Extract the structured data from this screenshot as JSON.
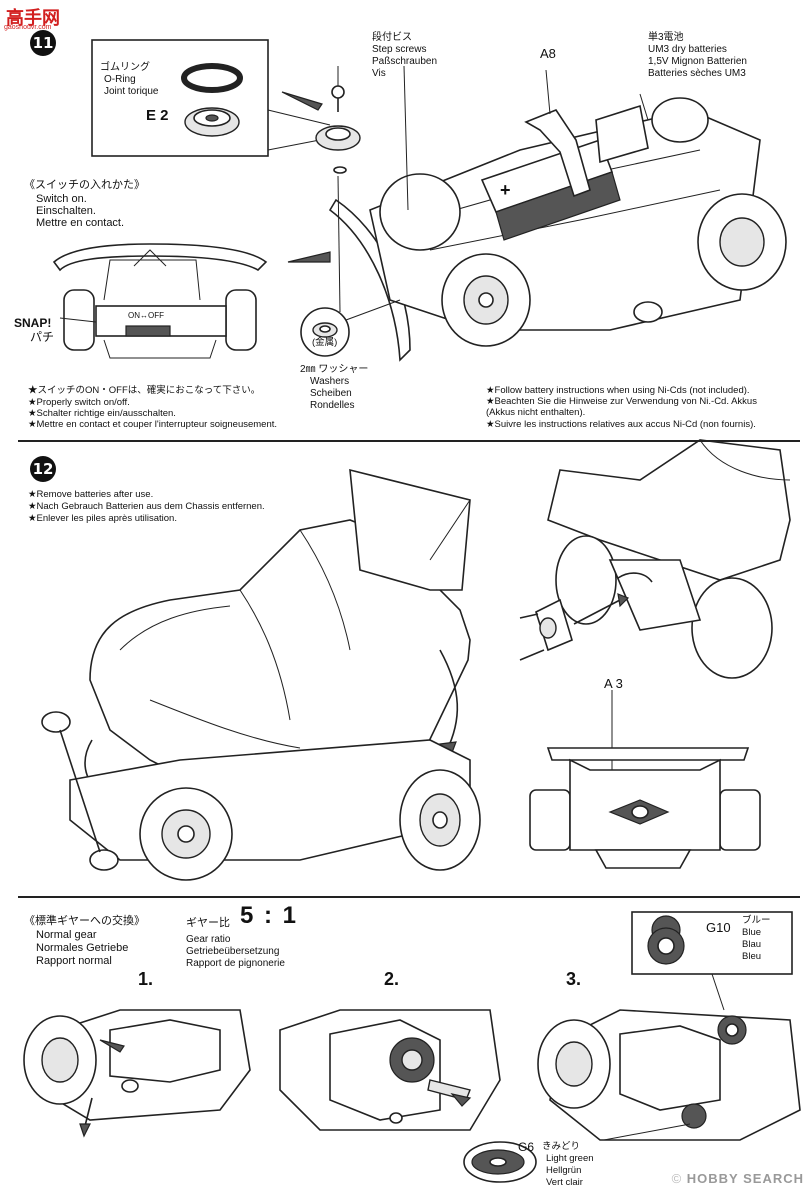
{
  "logo": {
    "text": "高手网",
    "url": "gaoshouvr.com"
  },
  "watermark": {
    "brand": "HOBBY SEARCH",
    "mark": "©"
  },
  "step11": {
    "number": "11",
    "oring": {
      "jp": "ゴムリング",
      "en": "O-Ring",
      "de": "Joint torique",
      "part": "E 2"
    },
    "screws": {
      "jp": "段付ビス",
      "en": "Step screws",
      "de": "Paßschrauben",
      "fr": "Vis"
    },
    "battery_part": "A8",
    "batteries": {
      "jp": "単3電池",
      "en": "UM3 dry batteries",
      "de": "1,5V Mignon Batterien",
      "fr": "Batteries sèches UM3"
    },
    "switch": {
      "jp": "《スイッチの入れかた》",
      "en": "Switch on.",
      "de": "Einschalten.",
      "fr": "Mettre en contact."
    },
    "snap": {
      "en": "SNAP!",
      "jp": "パチ"
    },
    "switch_label": "ON↔OFF",
    "metal": "(金属)",
    "washers": {
      "jp": "2㎜ ワッシャー",
      "en": "Washers",
      "de": "Scheiben",
      "fr": "Rondelles"
    },
    "notes_left": [
      "★スイッチのON・OFFは、確実におこなって下さい。",
      "★Properly switch on/off.",
      "★Schalter richtige ein/ausschalten.",
      "★Mettre en contact et couper l'interrupteur soigneusement."
    ],
    "notes_right": [
      "★Follow battery instructions when using Ni-Cds (not included).",
      "★Beachten Sie die Hinweise zur Verwendung von Ni.-Cd. Akkus",
      "(Akkus nicht enthalten).",
      "★Suivre les instructions relatives aux accus Ni-Cd (non fournis)."
    ]
  },
  "step12": {
    "number": "12",
    "notes": [
      "★Remove batteries after use.",
      "★Nach Gebrauch Batterien aus dem Chassis entfernen.",
      "★Enlever les piles après utilisation."
    ],
    "part": "A 3"
  },
  "gear": {
    "title_jp": "《標準ギヤーへの交換》",
    "title_en": "Normal gear",
    "title_de": "Normales Getriebe",
    "title_fr": "Rapport normal",
    "ratio_jp": "ギヤー比",
    "ratio": "5 : 1",
    "ratio_en": "Gear ratio",
    "ratio_de": "Getriebeübersetzung",
    "ratio_fr": "Rapport de pignonerie",
    "steps": [
      "1.",
      "2.",
      "3."
    ],
    "g10": {
      "part": "G10",
      "jp": "ブルー",
      "en": "Blue",
      "de": "Blau",
      "fr": "Bleu"
    },
    "g6": {
      "part": "G6",
      "jp": "きみどり",
      "en": "Light green",
      "de": "Hellgrün",
      "fr": "Vert clair"
    }
  }
}
